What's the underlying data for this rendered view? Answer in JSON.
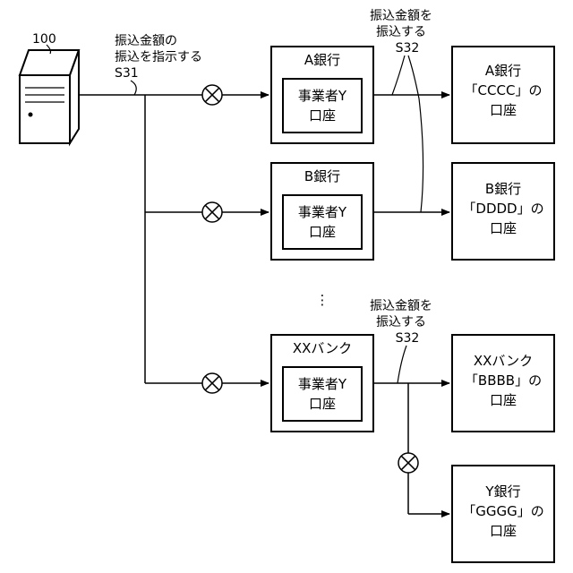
{
  "server": {
    "ref": "100"
  },
  "instruction": {
    "line1": "振込金額の",
    "line2": "振込を指示する",
    "step": "S31"
  },
  "transfer_top": {
    "line1": "振込金額を",
    "line2": "振込する",
    "step": "S32"
  },
  "transfer_bottom": {
    "line1": "振込金額を",
    "line2": "振込する",
    "step": "S32"
  },
  "ellipsis": "⋮",
  "banks": [
    {
      "name": "A銀行",
      "account": [
        "事業者Y",
        "口座"
      ]
    },
    {
      "name": "B銀行",
      "account": [
        "事業者Y",
        "口座"
      ]
    },
    {
      "name": "XXバンク",
      "account": [
        "事業者Y",
        "口座"
      ]
    }
  ],
  "destinations": [
    {
      "lines": [
        "A銀行",
        "「CCCC」の",
        "口座"
      ]
    },
    {
      "lines": [
        "B銀行",
        "「DDDD」の",
        "口座"
      ]
    },
    {
      "lines": [
        "XXバンク",
        "「BBBB」の",
        "口座"
      ]
    },
    {
      "lines": [
        "Y銀行",
        "「GGGG」の",
        "口座"
      ]
    }
  ]
}
